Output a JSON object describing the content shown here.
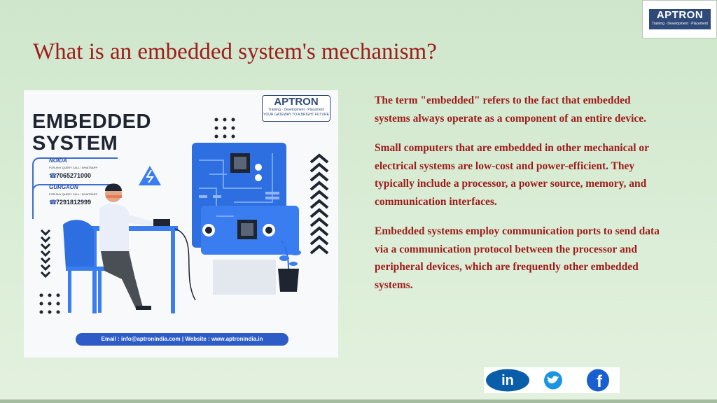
{
  "logo": {
    "word": "APTRON",
    "tagline": "Training · Development · Placement"
  },
  "slide": {
    "title": "What is an embedded system's mechanism?",
    "paragraphs": [
      "The term \"embedded\" refers to the fact that embedded systems always operate as a component of an entire device.",
      "Small computers that are embedded in other mechanical or electrical systems are low-cost and power-efficient. They typically include a processor, a power source, memory, and communication interfaces.",
      "Embedded systems employ communication ports to send data via a communication protocol between the processor and peripheral devices, which are frequently other embedded systems."
    ]
  },
  "poster": {
    "title_line1": "EMBEDDED",
    "title_line2": "SYSTEM",
    "logo_word": "APTRON",
    "logo_tagline": "Training · Development · Placement",
    "logo_slogan": "YOUR GATEWAY TO A BRIGHT FUTURE",
    "contacts": [
      {
        "city": "NOIDA",
        "sub": "FOR ANY QUERY CALL / WHATSAPP",
        "phone": "7065271000"
      },
      {
        "city": "GURGAON",
        "sub": "FOR ANY QUERY CALL / WHATSAPP",
        "phone": "7291812999"
      }
    ],
    "footer": "Email : info@aptronindia.com | Website : www.aptronindia.in"
  },
  "social": {
    "linkedin": "in",
    "twitter": "twitter-icon",
    "facebook": "f"
  },
  "colors": {
    "title": "#9e1c1c",
    "brand": "#2f4a78",
    "background": "#d8ecd4",
    "poster_blue": "#2d6fe0"
  }
}
